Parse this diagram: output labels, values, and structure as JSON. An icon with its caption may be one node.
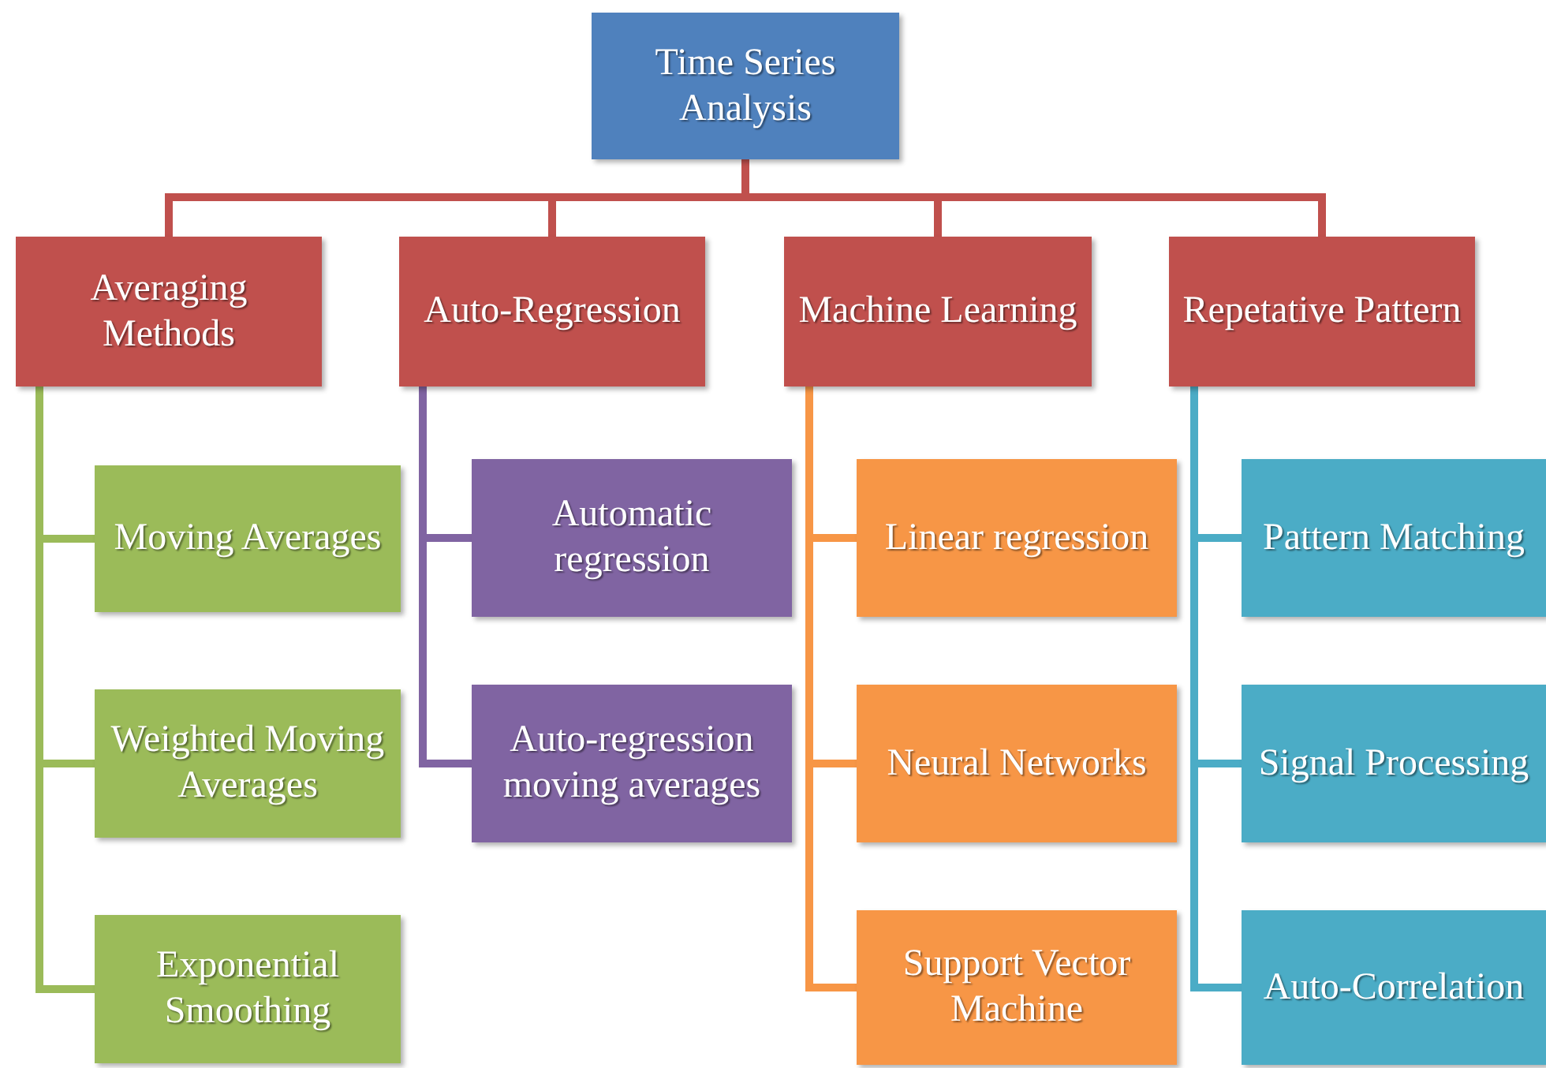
{
  "diagram": {
    "nodes": [
      {
        "text": [
          "Time Series Analysis"
        ]
      },
      {
        "text": [
          "Averaging Methods"
        ]
      },
      {
        "text": [
          "Auto-Regression"
        ]
      },
      {
        "text": [
          "Machine Learning"
        ]
      },
      {
        "text": [
          "Repetative Pattern"
        ]
      },
      {
        "text": [
          "Moving Averages"
        ]
      },
      {
        "text": [
          "Weighted Moving Averages"
        ]
      },
      {
        "text": [
          "Exponential Smoothing"
        ]
      },
      {
        "text": [
          "Automatic regression"
        ]
      },
      {
        "text": [
          "Auto-regression moving averages"
        ]
      },
      {
        "text": [
          "Linear regression"
        ]
      },
      {
        "text": [
          "Neural Networks"
        ]
      },
      {
        "text": [
          "Support Vector Machine"
        ]
      },
      {
        "text": [
          "Pattern Matching"
        ]
      },
      {
        "text": [
          "Signal Processing"
        ]
      },
      {
        "text": [
          "Auto-Correlation"
        ]
      }
    ],
    "edges": [
      {
        "from": 0,
        "to": 1,
        "arrow": "none",
        "color": "#c0504d"
      },
      {
        "from": 0,
        "to": 2,
        "arrow": "none",
        "color": "#c0504d"
      },
      {
        "from": 0,
        "to": 3,
        "arrow": "none",
        "color": "#c0504d"
      },
      {
        "from": 0,
        "to": 4,
        "arrow": "none",
        "color": "#c0504d"
      },
      {
        "from": 1,
        "to": 5,
        "arrow": "none",
        "color": "#9bbb59"
      },
      {
        "from": 1,
        "to": 6,
        "arrow": "none",
        "color": "#9bbb59"
      },
      {
        "from": 1,
        "to": 7,
        "arrow": "none",
        "color": "#9bbb59"
      },
      {
        "from": 2,
        "to": 8,
        "arrow": "none",
        "color": "#8064a2"
      },
      {
        "from": 2,
        "to": 9,
        "arrow": "none",
        "color": "#8064a2"
      },
      {
        "from": 3,
        "to": 10,
        "arrow": "none",
        "color": "#f79646"
      },
      {
        "from": 3,
        "to": 11,
        "arrow": "none",
        "color": "#f79646"
      },
      {
        "from": 3,
        "to": 12,
        "arrow": "none",
        "color": "#f79646"
      },
      {
        "from": 4,
        "to": 13,
        "arrow": "none",
        "color": "#4bacc6"
      },
      {
        "from": 4,
        "to": 14,
        "arrow": "none",
        "color": "#4bacc6"
      },
      {
        "from": 4,
        "to": 15,
        "arrow": "none",
        "color": "#4bacc6"
      }
    ]
  }
}
